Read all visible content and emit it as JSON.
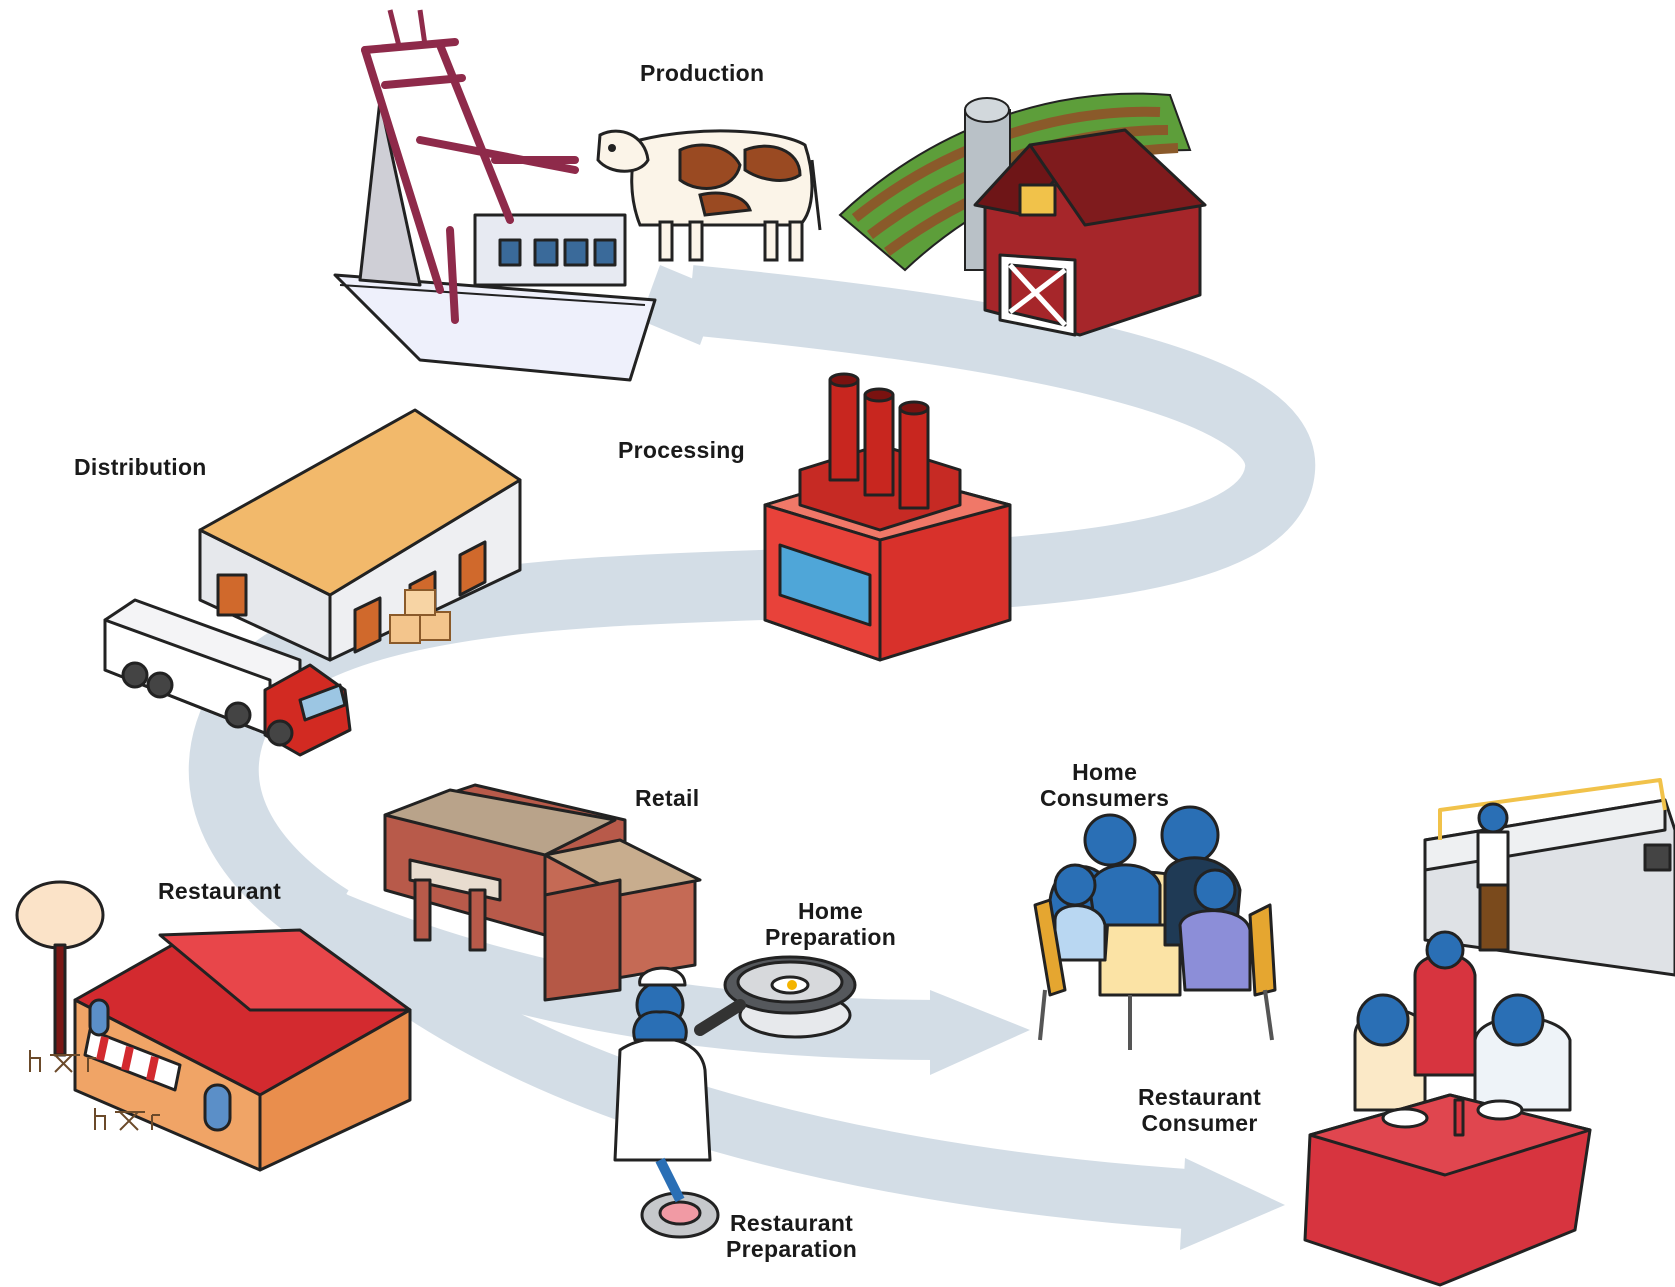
{
  "colors": {
    "path": "#d3dde6",
    "barn_red": "#a6262a",
    "factory_red": "#d8312b",
    "warehouse_roof": "#f2b96b",
    "restaurant_roof": "#d32a2f",
    "restaurant_wall": "#f0a466",
    "person_blue": "#2a6fb5",
    "table_red": "#d7343f"
  },
  "stages": {
    "production": "Production",
    "processing": "Processing",
    "distribution": "Distribution",
    "retail": "Retail",
    "restaurant": "Restaurant",
    "home_preparation": {
      "line1": "Home",
      "line2": "Preparation"
    },
    "home_consumers": {
      "line1": "Home",
      "line2": "Consumers"
    },
    "restaurant_preparation": {
      "line1": "Restaurant",
      "line2": "Preparation"
    },
    "restaurant_consumer": {
      "line1": "Restaurant",
      "line2": "Consumer"
    }
  },
  "illustrations": [
    "fishing-boat-icon",
    "cow-icon",
    "farm-field-icon",
    "barn-icon",
    "silo-icon",
    "factory-icon",
    "warehouse-icon",
    "delivery-truck-icon",
    "boxes-icon",
    "retail-store-icon",
    "frying-pan-icon",
    "family-dinner-icon",
    "restaurant-building-icon",
    "chef-icon",
    "buffet-counter-icon",
    "restaurant-table-icon"
  ]
}
